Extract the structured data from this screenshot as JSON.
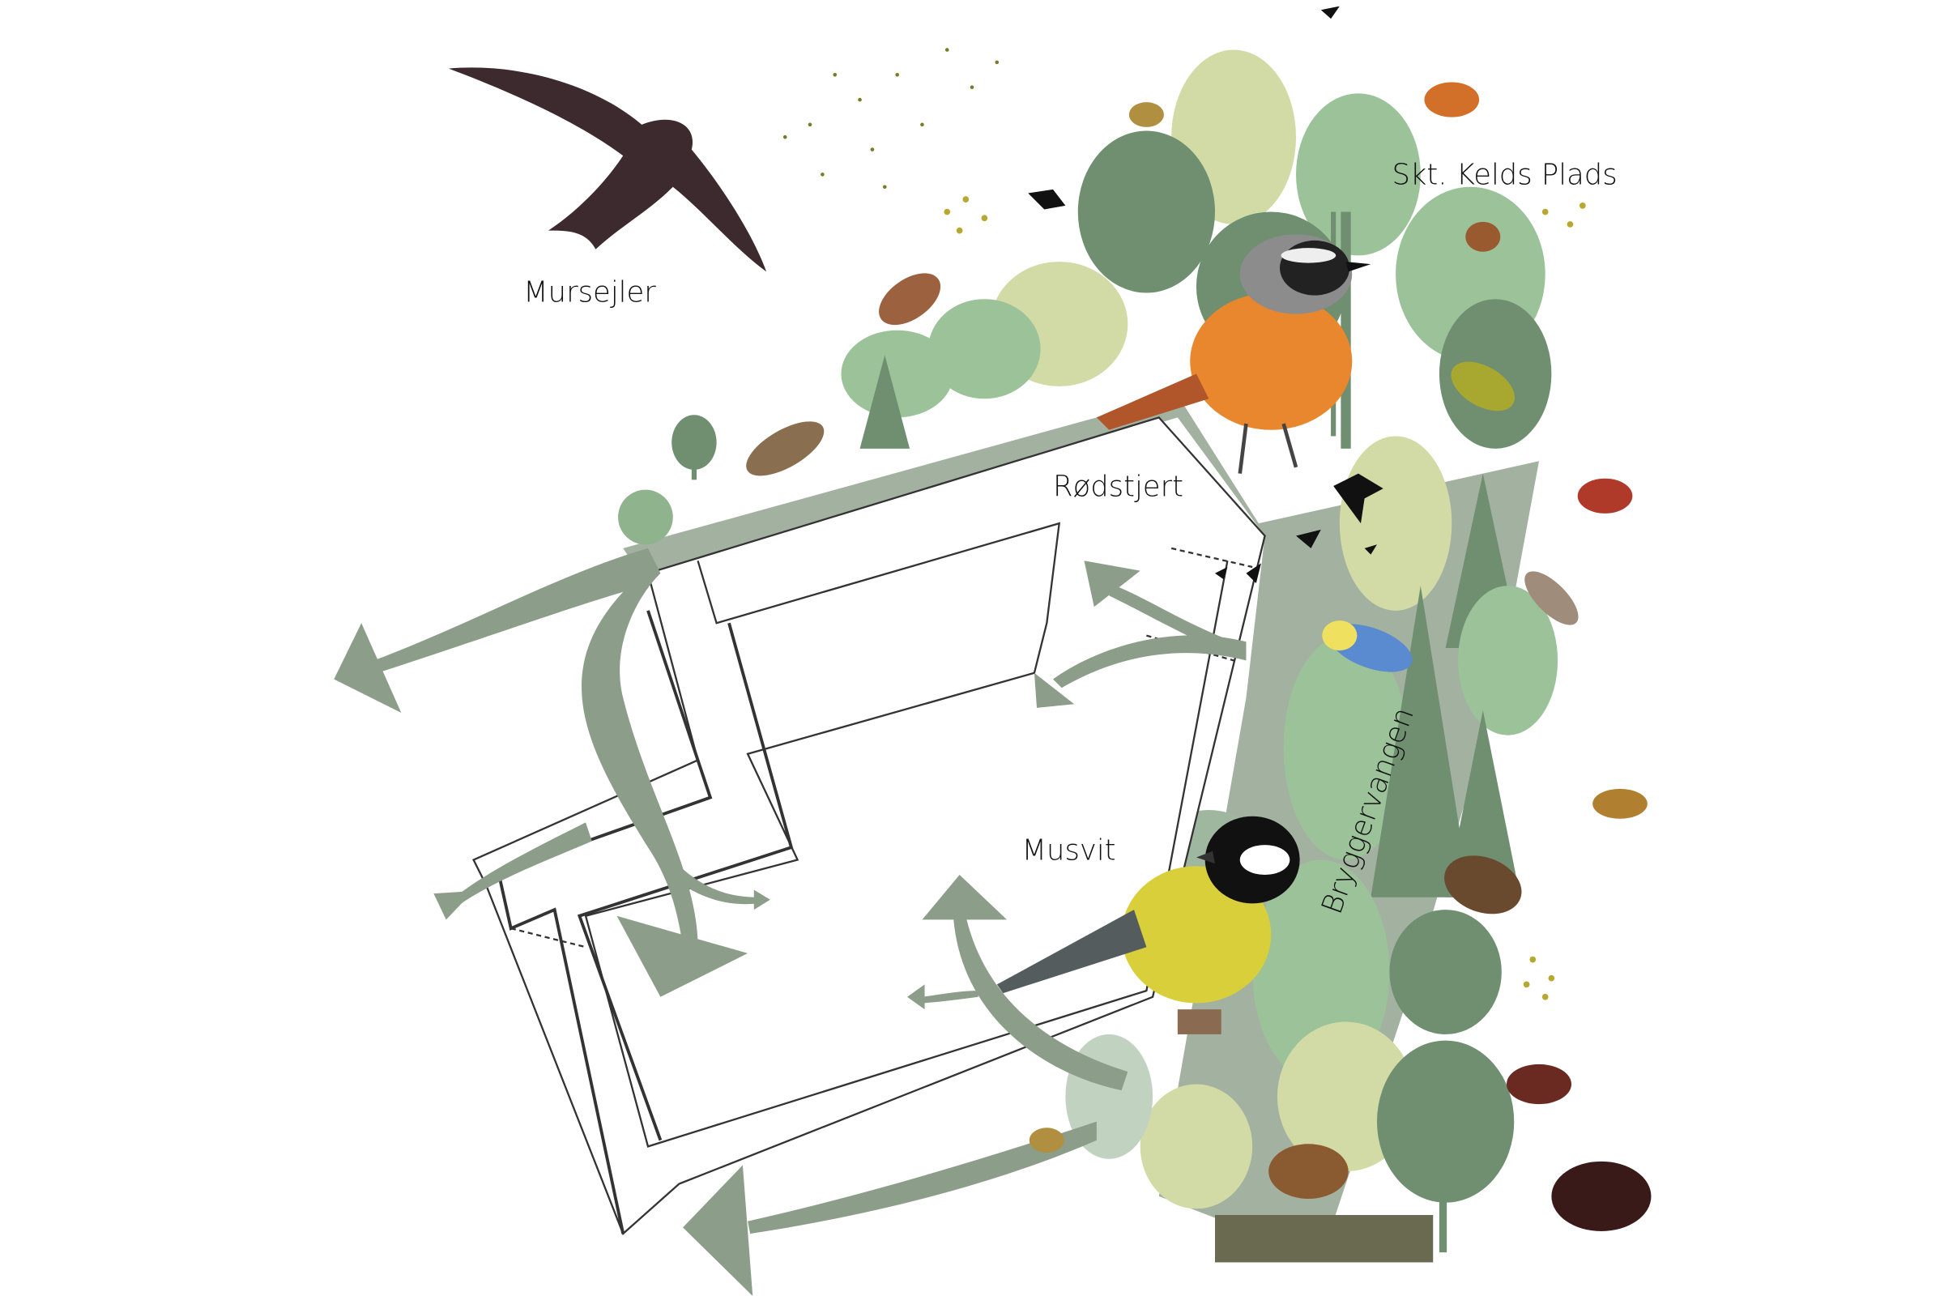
{
  "labels": {
    "swift": "Mursejler",
    "square": "Skt. Kelds Plads",
    "redstart": "Rødstjert",
    "great_tit": "Musvit",
    "street": "Bryggervangen"
  },
  "colors": {
    "corridor": "#a3b1a1",
    "arrow": "#8c9e8a",
    "tree_dark": "#6f8f70",
    "tree_mid": "#9cc29a",
    "tree_light": "#d2dba5",
    "building_line": "#333333"
  }
}
